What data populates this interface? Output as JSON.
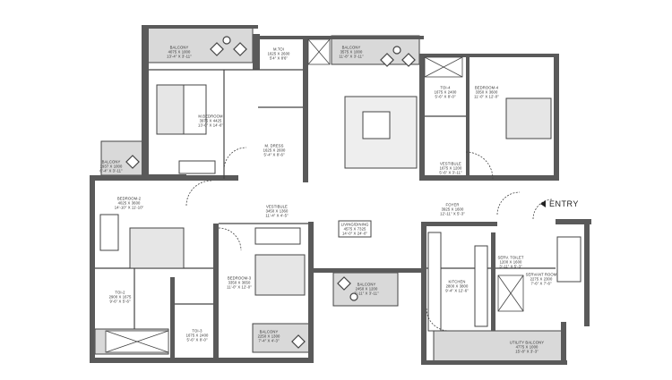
{
  "plan": {
    "entry_label": "ENTRY",
    "colors": {
      "wall": "#5a5a5a",
      "balcony_fill": "#d9d9d9",
      "furniture_fill": "#e6e6e6",
      "line": "#444444"
    },
    "rooms": [
      {
        "id": "balcony-1",
        "name": "BALCONY",
        "metric": "4075 X 1000",
        "imperial": "13'-4\" X 3'-11\""
      },
      {
        "id": "mtoi",
        "name": "M.TOI",
        "metric": "1625 X 2600",
        "imperial": "5'4\" X 8'6\""
      },
      {
        "id": "balcony-2",
        "name": "BALCONY",
        "metric": "3575 X 1000",
        "imperial": "11'-8\" X 3'-11\""
      },
      {
        "id": "toi-4",
        "name": "TOI-4",
        "metric": "1675 X 2400",
        "imperial": "5'-6\" X 8'-0\""
      },
      {
        "id": "bedroom-4",
        "name": "BEDROOM-4",
        "metric": "3350 X 3600",
        "imperial": "11'-0\" X 12'-0\""
      },
      {
        "id": "m-bedroom",
        "name": "M.BEDROOM",
        "metric": "3975 X 4425",
        "imperial": "13'-0\" X 14'-6\""
      },
      {
        "id": "m-dress",
        "name": "M. DRESS",
        "metric": "1625 X 2600",
        "imperial": "5'-4\" X 8'-6\""
      },
      {
        "id": "balcony-3",
        "name": "BALCONY",
        "metric": "1937 X 1000",
        "imperial": "6'-4\" X 3'-11\""
      },
      {
        "id": "vestibule-1",
        "name": "VESTIBULE",
        "metric": "1675 X 1200",
        "imperial": "5'-6\" X 3'-11\""
      },
      {
        "id": "bedroom-2",
        "name": "BEDROOM-2",
        "metric": "4025 X 3600",
        "imperial": "14'-10\" X 11'-10\""
      },
      {
        "id": "vestibule-2",
        "name": "VESTIBULE",
        "metric": "3450 X 1360",
        "imperial": "11'-4\" X 4'-5\""
      },
      {
        "id": "living-dining",
        "name": "LIVING/DINING",
        "metric": "4575 X 7325",
        "imperial": "14'-0\" X 24'-0\""
      },
      {
        "id": "foyer",
        "name": "FOYER",
        "metric": "3925 X 1600",
        "imperial": "12'-11\" X 5'-3\""
      },
      {
        "id": "bedroom-3",
        "name": "BEDROOM-3",
        "metric": "3350 X 3650",
        "imperial": "11'-0\" X 12'-0\""
      },
      {
        "id": "toi-2",
        "name": "TOI-2",
        "metric": "2900 X 1675",
        "imperial": "9'-6\" X 5'-6\""
      },
      {
        "id": "toi-3",
        "name": "TOI-3",
        "metric": "1675 X 2400",
        "imperial": "5'-6\" X 8'-0\""
      },
      {
        "id": "balcony-4",
        "name": "BALCONY",
        "metric": "2450 X 1200",
        "imperial": "7'-11\" X 3'-11\""
      },
      {
        "id": "balcony-5",
        "name": "BALCONY",
        "metric": "2250 X 1300",
        "imperial": "7'-4\" X 4'-3\""
      },
      {
        "id": "kitchen",
        "name": "KITCHEN",
        "metric": "2800 X 3800",
        "imperial": "9'-4\" X 12'-6\""
      },
      {
        "id": "serv-toilet",
        "name": "SERV. TOILET",
        "metric": "1200 X 1600",
        "imperial": "3'-11\" X 5'-3\""
      },
      {
        "id": "servant-room",
        "name": "SERVANT ROOM",
        "metric": "2275 X 2300",
        "imperial": "7'-6\" X 7'-6\""
      },
      {
        "id": "utility-balcony",
        "name": "UTILITY BALCONY",
        "metric": "4775 X 1000",
        "imperial": "15'-8\" X 3'-3\""
      }
    ]
  }
}
